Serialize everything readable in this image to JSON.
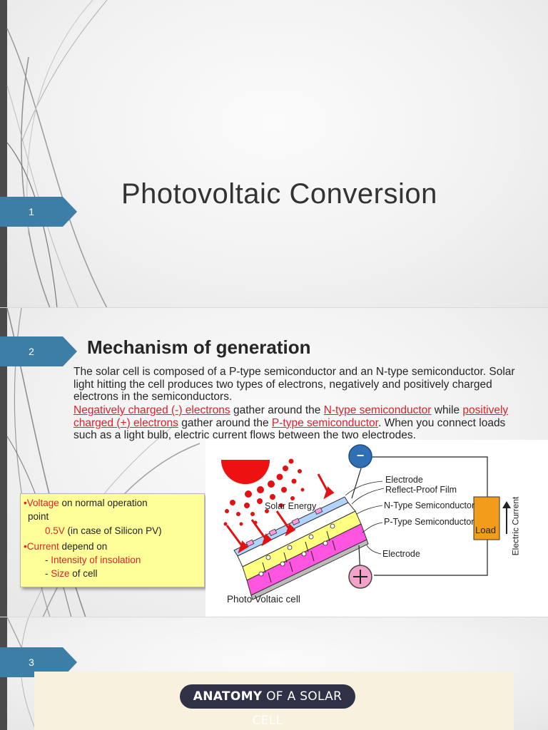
{
  "slides": [
    {
      "number": "1",
      "title": "Photovoltaic Conversion"
    },
    {
      "number": "2",
      "title": "Mechanism of generation",
      "para1": "The solar cell is composed of a P-type semiconductor and an N-type semiconductor. Solar light hitting the cell produces two types of electrons, negatively and positively charged electrons in the semiconductors.",
      "para2": {
        "neg_electrons": "Negatively charged (-) electrons",
        "gather1": " gather around the ",
        "ntype": "N-type semiconductor",
        "while": " while",
        "pos_electrons": "positively charged (+) electrons",
        "gather2": " gather around the ",
        "ptype": "P-type semiconductor",
        "rest": ". When you connect loads such as a light bulb, electric current flows between the two electrodes."
      },
      "box": {
        "bullet": "•",
        "voltage": "Voltage",
        "voltage_rest": " on normal operation",
        "point": "point",
        "value": "0.5V",
        "value_rest": " (in case of Silicon PV)",
        "current": "Current",
        "current_rest": " depend on",
        "dash": "- ",
        "intensity": "Intensity of insolation",
        "size": "Size",
        "size_rest": " of cell"
      },
      "diagram": {
        "solar_energy": "Solar Energy",
        "electrode_top": "Electrode",
        "reflect_film": "Reflect-Proof Film",
        "ntype": "N-Type Semiconductor",
        "ptype": "P-Type Semiconductor",
        "electrode_bottom": "Electrode",
        "load": "Load",
        "electric_current": "Electric Current",
        "caption": "Photo Voltaic cell",
        "minus": "−",
        "plus": "+"
      }
    },
    {
      "number": "3",
      "banner_bold": "ANATOMY",
      "banner_rest": " OF A SOLAR CELL"
    }
  ],
  "colors": {
    "tab": "#3d7ea6",
    "red": "#e0202a",
    "box": "#ffff99",
    "load": "#f39b1b",
    "n_layer": "#ffff80",
    "p_layer": "#ff55e0"
  }
}
